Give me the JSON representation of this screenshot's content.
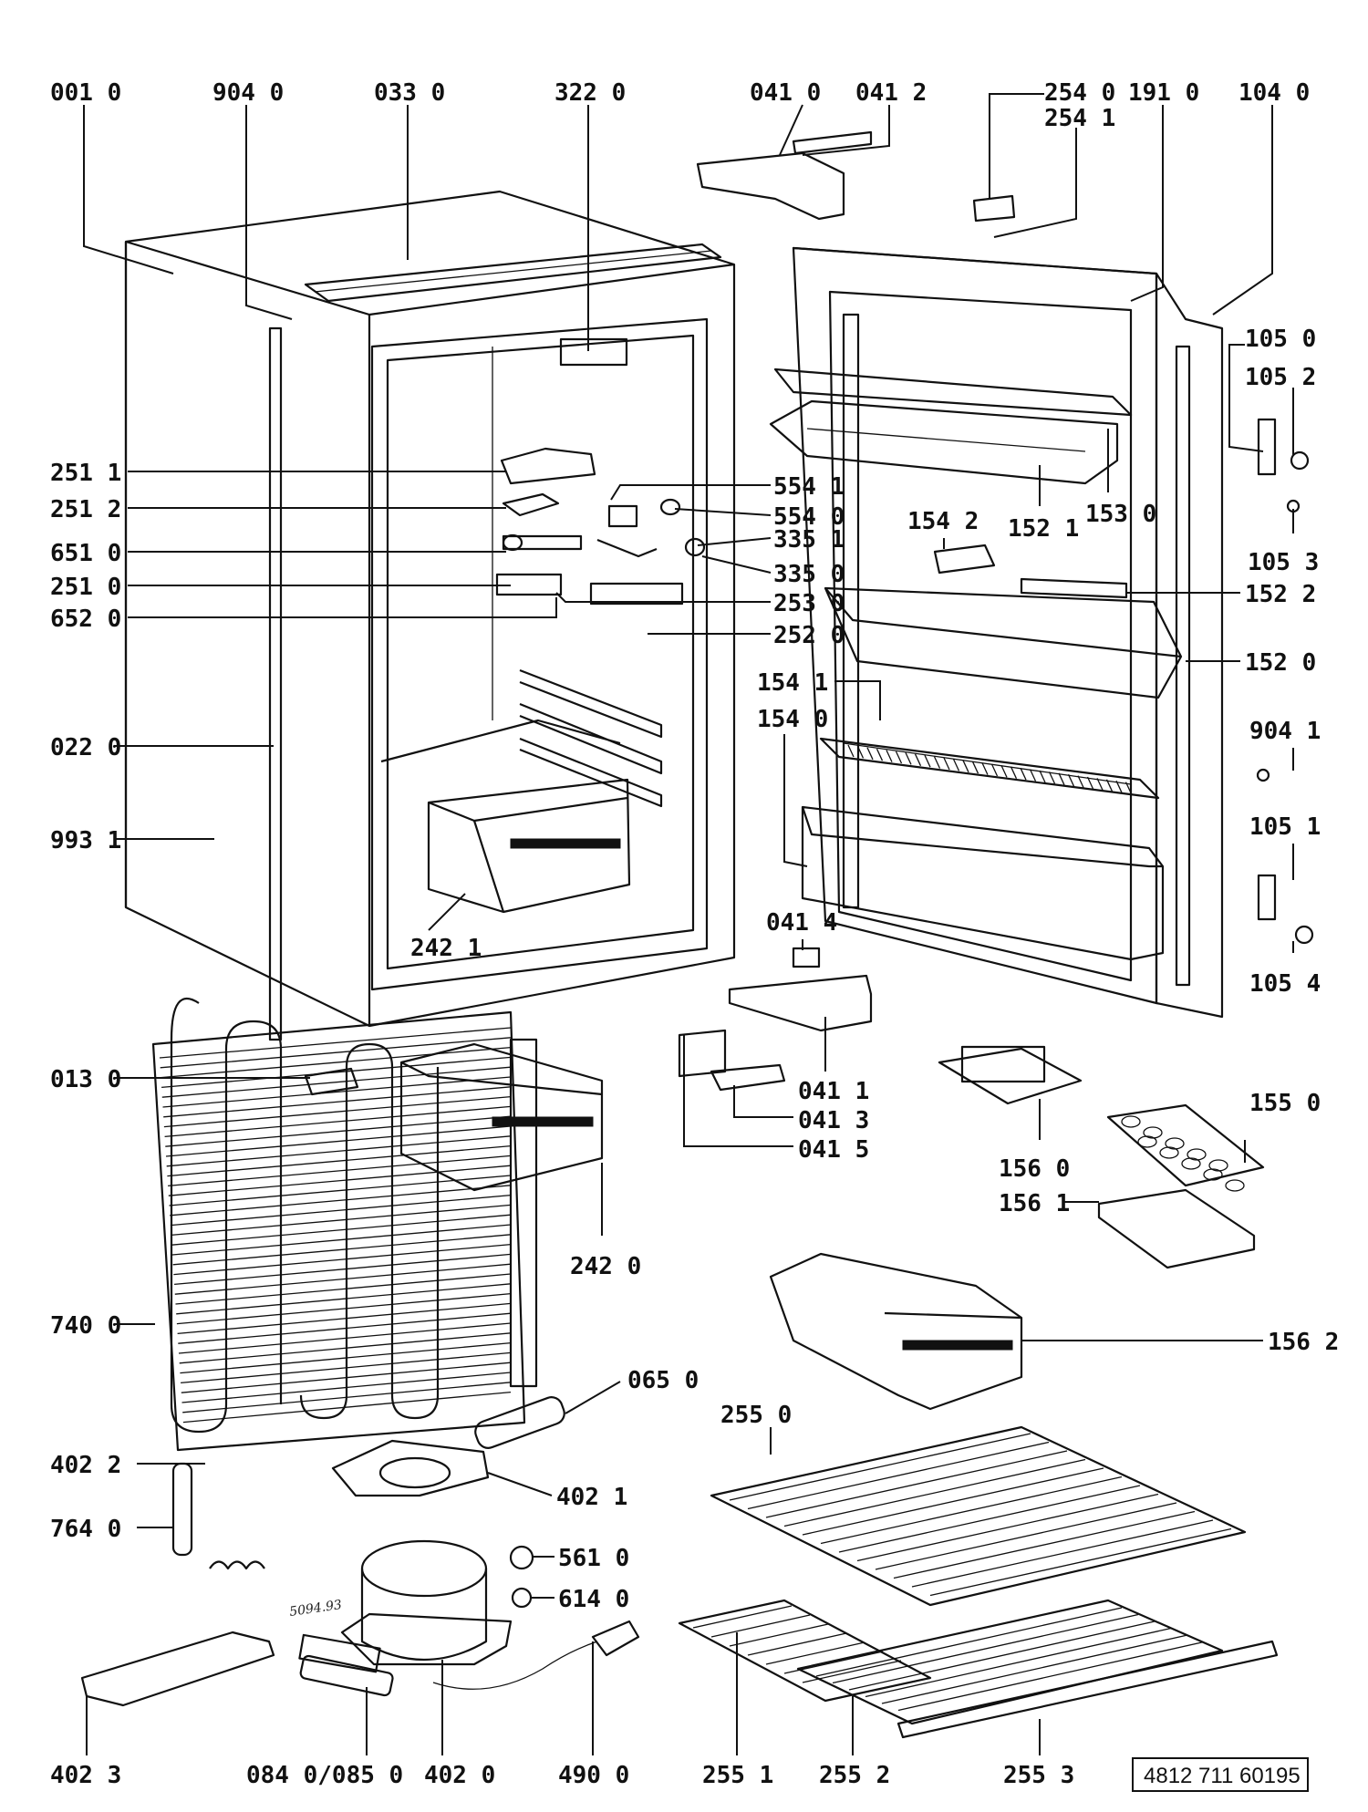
{
  "labels": [
    {
      "id": "001-0",
      "text": "001 0"
    },
    {
      "id": "904-0",
      "text": "904 0"
    },
    {
      "id": "033-0",
      "text": "033 0"
    },
    {
      "id": "322-0",
      "text": "322 0"
    },
    {
      "id": "041-0",
      "text": "041 0"
    },
    {
      "id": "041-2",
      "text": "041 2"
    },
    {
      "id": "254-0",
      "text": "254 0"
    },
    {
      "id": "254-1",
      "text": "254 1"
    },
    {
      "id": "191-0",
      "text": "191 0"
    },
    {
      "id": "104-0",
      "text": "104 0"
    },
    {
      "id": "105-0",
      "text": "105 0"
    },
    {
      "id": "105-2",
      "text": "105 2"
    },
    {
      "id": "251-1",
      "text": "251 1"
    },
    {
      "id": "251-2",
      "text": "251 2"
    },
    {
      "id": "651-0",
      "text": "651 0"
    },
    {
      "id": "251-0",
      "text": "251 0"
    },
    {
      "id": "652-0",
      "text": "652 0"
    },
    {
      "id": "554-1",
      "text": "554 1"
    },
    {
      "id": "554-0",
      "text": "554 0"
    },
    {
      "id": "335-1",
      "text": "335 1"
    },
    {
      "id": "335-0",
      "text": "335 0"
    },
    {
      "id": "253-0",
      "text": "253 0"
    },
    {
      "id": "252-0",
      "text": "252 0"
    },
    {
      "id": "154-2",
      "text": "154 2"
    },
    {
      "id": "152-1",
      "text": "152 1"
    },
    {
      "id": "153-0",
      "text": "153 0"
    },
    {
      "id": "105-3",
      "text": "105 3"
    },
    {
      "id": "152-2",
      "text": "152 2"
    },
    {
      "id": "152-0",
      "text": "152 0"
    },
    {
      "id": "154-1",
      "text": "154 1"
    },
    {
      "id": "154-0",
      "text": "154 0"
    },
    {
      "id": "904-1",
      "text": "904 1"
    },
    {
      "id": "022-0",
      "text": "022 0"
    },
    {
      "id": "993-1",
      "text": "993 1"
    },
    {
      "id": "105-1",
      "text": "105 1"
    },
    {
      "id": "242-1",
      "text": "242 1"
    },
    {
      "id": "041-4",
      "text": "041 4"
    },
    {
      "id": "105-4",
      "text": "105 4"
    },
    {
      "id": "013-0",
      "text": "013 0"
    },
    {
      "id": "041-1",
      "text": "041 1"
    },
    {
      "id": "041-3",
      "text": "041 3"
    },
    {
      "id": "041-5",
      "text": "041 5"
    },
    {
      "id": "156-0",
      "text": "156 0"
    },
    {
      "id": "155-0",
      "text": "155 0"
    },
    {
      "id": "156-1",
      "text": "156 1"
    },
    {
      "id": "242-0",
      "text": "242 0"
    },
    {
      "id": "740-0",
      "text": "740 0"
    },
    {
      "id": "156-2",
      "text": "156 2"
    },
    {
      "id": "065-0",
      "text": "065 0"
    },
    {
      "id": "255-0",
      "text": "255 0"
    },
    {
      "id": "402-2",
      "text": "402 2"
    },
    {
      "id": "402-1",
      "text": "402 1"
    },
    {
      "id": "764-0",
      "text": "764 0"
    },
    {
      "id": "561-0",
      "text": "561 0"
    },
    {
      "id": "614-0",
      "text": "614 0"
    },
    {
      "id": "402-3",
      "text": "402 3"
    },
    {
      "id": "084-085",
      "text": "084 0/085 0"
    },
    {
      "id": "402-0",
      "text": "402 0"
    },
    {
      "id": "490-0",
      "text": "490 0"
    },
    {
      "id": "255-1",
      "text": "255 1"
    },
    {
      "id": "255-2",
      "text": "255 2"
    },
    {
      "id": "255-3",
      "text": "255 3"
    }
  ],
  "document_number": "4812 711 60195",
  "handwritten_mark": "5094.93"
}
